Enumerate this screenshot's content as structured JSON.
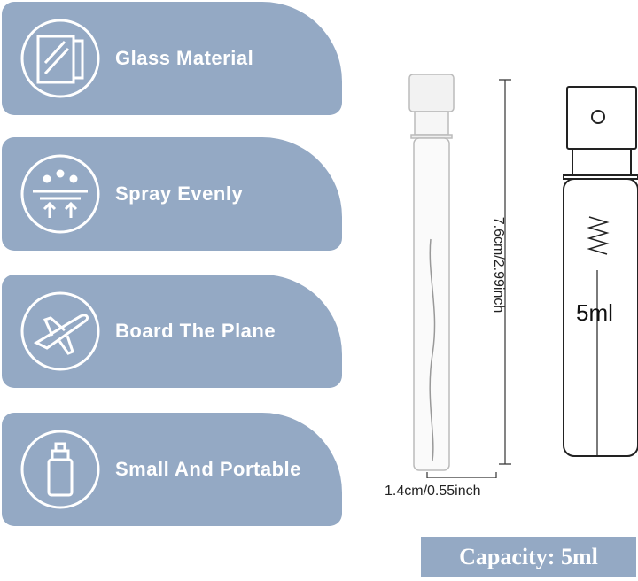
{
  "features": [
    {
      "label": "Glass Material",
      "icon": "glass-icon"
    },
    {
      "label": "Spray Evenly",
      "icon": "spray-icon"
    },
    {
      "label": "Board The Plane",
      "icon": "airplane-icon"
    },
    {
      "label": "Small And Portable",
      "icon": "bottle-icon"
    }
  ],
  "dimensions": {
    "height": "7.6cm/2.99inch",
    "width": "1.4cm/0.55inch"
  },
  "diagram_label": "5ml",
  "capacity": "Capacity: 5ml",
  "colors": {
    "accent": "#94a9c4"
  }
}
